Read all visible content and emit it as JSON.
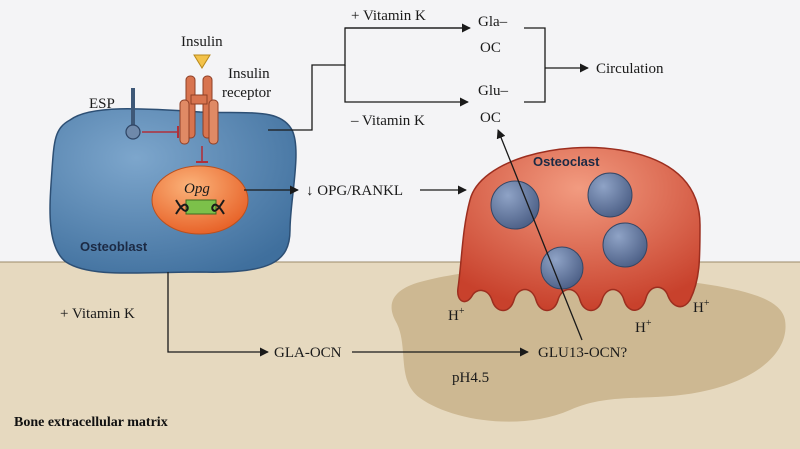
{
  "labels": {
    "insulin": "Insulin",
    "insulin_receptor_1": "Insulin",
    "insulin_receptor_2": "receptor",
    "esp": "ESP",
    "plus_vitk_top": "+ Vitamin K",
    "minus_vitk": "– Vitamin K",
    "gla": "Gla–",
    "oc1": "OC",
    "glu": "Glu–",
    "oc2": "OC",
    "circulation": "Circulation",
    "opg": "Opg",
    "opg_rankl": "↓ OPG/RANKL",
    "osteoblast": "Osteoblast",
    "osteoclast": "Osteoclast",
    "plus_vitk_bottom": "+ Vitamin K",
    "gla_ocn": "GLA-OCN",
    "glu13_ocn": "GLU13-OCN?",
    "ph": "pH4.5",
    "h1": "H",
    "h2": "H",
    "h3": "H",
    "plus": "+",
    "bone_matrix": "Bone extracellular matrix"
  },
  "colors": {
    "osteoblast_fill": "#4a7aa6",
    "osteoclast_fill": "#d9523a",
    "nucleus_fill": "#f07a3a",
    "bone_fill": "#e6d9bf",
    "resorption_pit": "#cdb892",
    "receptor": "#d8744f",
    "insulin": "#f3c24a",
    "gene_box": "#7cc04a"
  }
}
